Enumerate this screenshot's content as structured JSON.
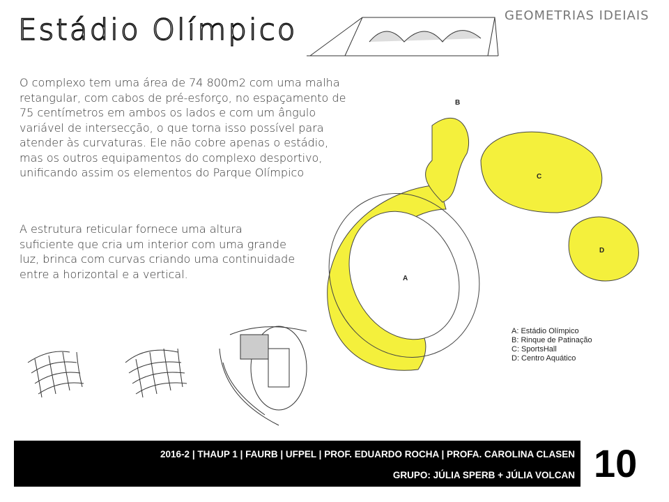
{
  "title": "Estádio Olímpico",
  "section": "GEOMETRIAS IDEIAIS",
  "paragraphs": [
    "O complexo tem uma área de 74 800m2 com uma malha retangular, com cabos de pré-esforço, no espaçamento de 75 centímetros em ambos os lados e com um ângulo variável de intersecção, o que torna isso possível para atender às curvaturas. Ele não cobre apenas o estádio, mas os outros equipamentos do complexo desportivo, unificando assim os elementos do Parque Olímpico",
    "A estrutura reticular fornece uma altura suficiente que cria um interior com uma grande luz, brinca com curvas criando uma continuidade entre a horizontal e a vertical."
  ],
  "plan_labels": [
    "A",
    "B",
    "C",
    "D"
  ],
  "legend": [
    "A: Estádio Olímpico",
    "B: Rinque de Patinação",
    "C: SportsHall",
    "D: Centro Aquático"
  ],
  "footer": {
    "line1": "2016-2 | THAUP 1 | FAURB | UFPEL | PROF. EDUARDO ROCHA | PROFA. CAROLINA CLASEN",
    "line2": "GRUPO: JÚLIA SPERB + JÚLIA VOLCAN"
  },
  "page_number": "10",
  "colors": {
    "roof": "#f4f03c",
    "footer": "#000000"
  }
}
